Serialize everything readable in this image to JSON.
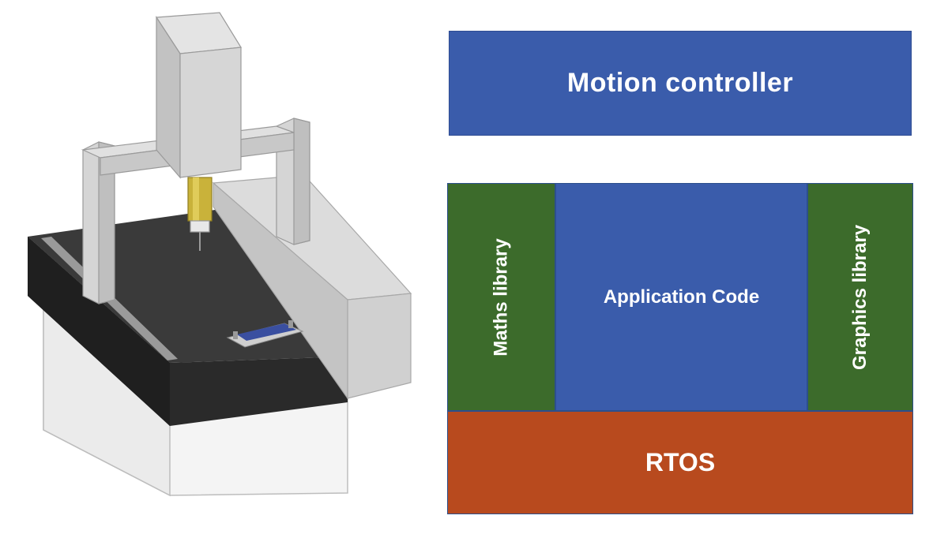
{
  "diagram": {
    "motion_controller": "Motion controller",
    "maths_library": "Maths library",
    "application_code": "Application Code",
    "graphics_library": "Graphics library",
    "rtos": "RTOS"
  },
  "colors": {
    "blue": "#3a5cab",
    "green": "#3c6b2b",
    "orange": "#b84a1e"
  }
}
